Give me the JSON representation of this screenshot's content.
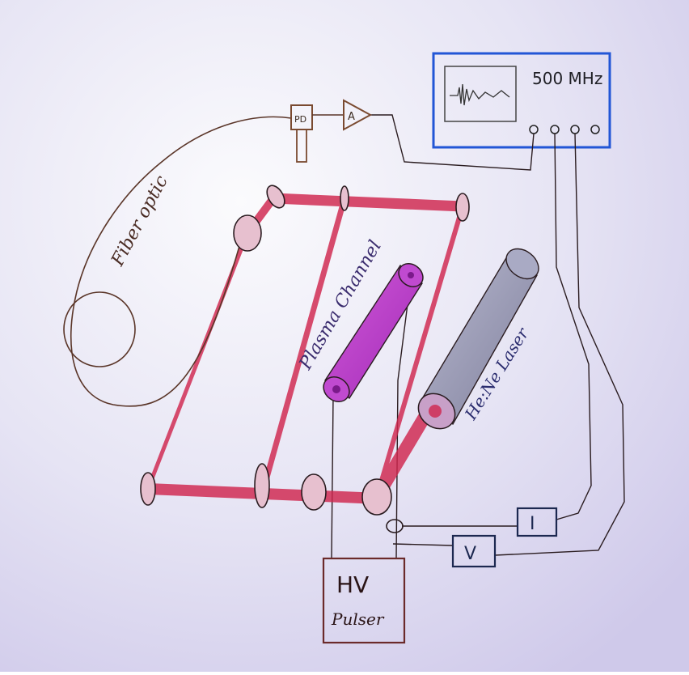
{
  "diagram": {
    "labels": {
      "oscilloscope": "500 MHz",
      "photodiode": "PD",
      "amplifier": "A",
      "fiber": "Fiber optic",
      "plasma": "Plasma Channel",
      "laser": "He:Ne Laser",
      "current_box": "I",
      "voltage_box": "V",
      "pulser_line1": "HV",
      "pulser_line2": "Pulser"
    },
    "colors": {
      "paper": "#e4e2f4",
      "pencil": "#2a1c20",
      "beam": "#d0264e",
      "plasma": "#b42ec8",
      "laser_tube": "#8a8ca8",
      "scope_frame": "#2256d6",
      "pulser_frame": "#6b2a2a",
      "fiber": "#5a3528"
    }
  }
}
